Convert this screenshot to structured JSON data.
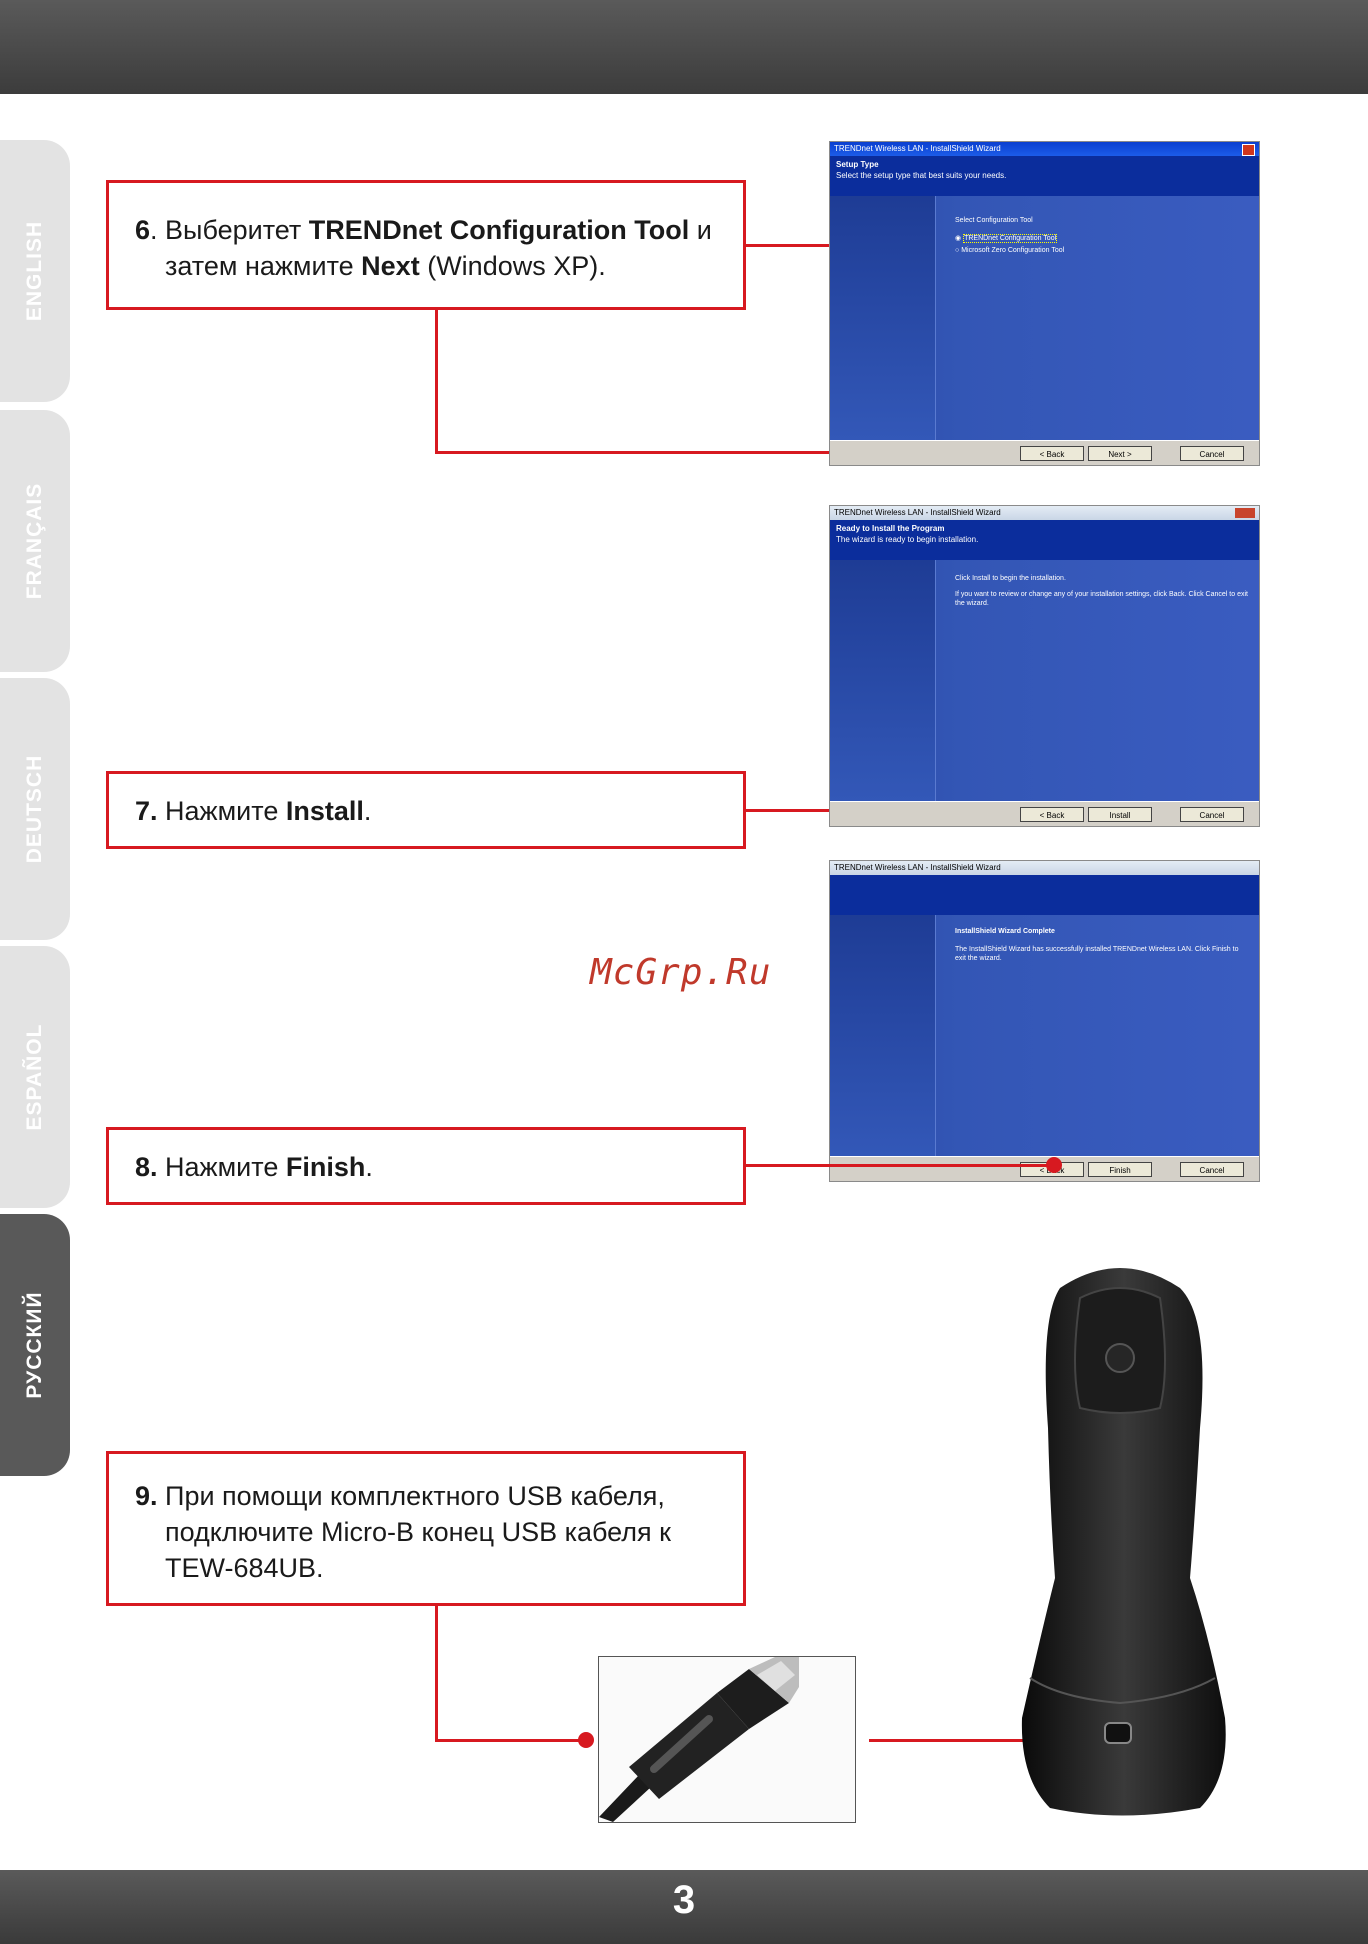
{
  "page_number": "3",
  "watermark": "McGrp.Ru",
  "language_tabs": [
    {
      "label": "ENGLISH",
      "active": false
    },
    {
      "label": "FRANÇAIS",
      "active": false
    },
    {
      "label": "DEUTSCH",
      "active": false
    },
    {
      "label": "ESPAÑOL",
      "active": false
    },
    {
      "label": "РУССКИЙ",
      "active": true
    }
  ],
  "steps": {
    "step6": {
      "num": "6",
      "t1": ". Выберитет ",
      "b1": "TRENDnet Configuration Tool",
      "t2": " и",
      "t3": "затем нажмите ",
      "b2": "Next",
      "t4": " (Windows XP)."
    },
    "step7": {
      "num": "7.",
      "t1": " Нажмите ",
      "b1": "Install",
      "t2": "."
    },
    "step8": {
      "num": "8.",
      "t1": " Нажмите ",
      "b1": "Finish",
      "t2": "."
    },
    "step9": {
      "num": "9.",
      "line1": " При помощи комплектного USB кабеля,",
      "line2": "подключите Micro-B конец USB кабеля к",
      "line3": "TEW-684UB."
    }
  },
  "screenshots": {
    "s1": {
      "title": "TRENDnet Wireless LAN - InstallShield Wizard",
      "header": "Setup Type",
      "subheader": "Select the setup type that best suits your needs.",
      "prompt": "Select Configuration Tool",
      "option1": "TRENDnet Configuration Tool",
      "option2": "Microsoft Zero Configuration Tool",
      "back": "< Back",
      "next": "Next >",
      "cancel": "Cancel"
    },
    "s2": {
      "title": "TRENDnet Wireless LAN - InstallShield Wizard",
      "header": "Ready to Install the Program",
      "subheader": "The wizard is ready to begin installation.",
      "line1": "Click Install to begin the installation.",
      "line2": "If you want to review or change any of your installation settings, click Back. Click Cancel to exit the wizard.",
      "back": "< Back",
      "install": "Install",
      "cancel": "Cancel"
    },
    "s3": {
      "title": "TRENDnet Wireless LAN - InstallShield Wizard",
      "header": "InstallShield Wizard Complete",
      "line1": "The InstallShield Wizard has successfully installed TRENDnet Wireless LAN. Click Finish to exit the wizard.",
      "back": "< Back",
      "finish": "Finish",
      "cancel": "Cancel"
    }
  }
}
